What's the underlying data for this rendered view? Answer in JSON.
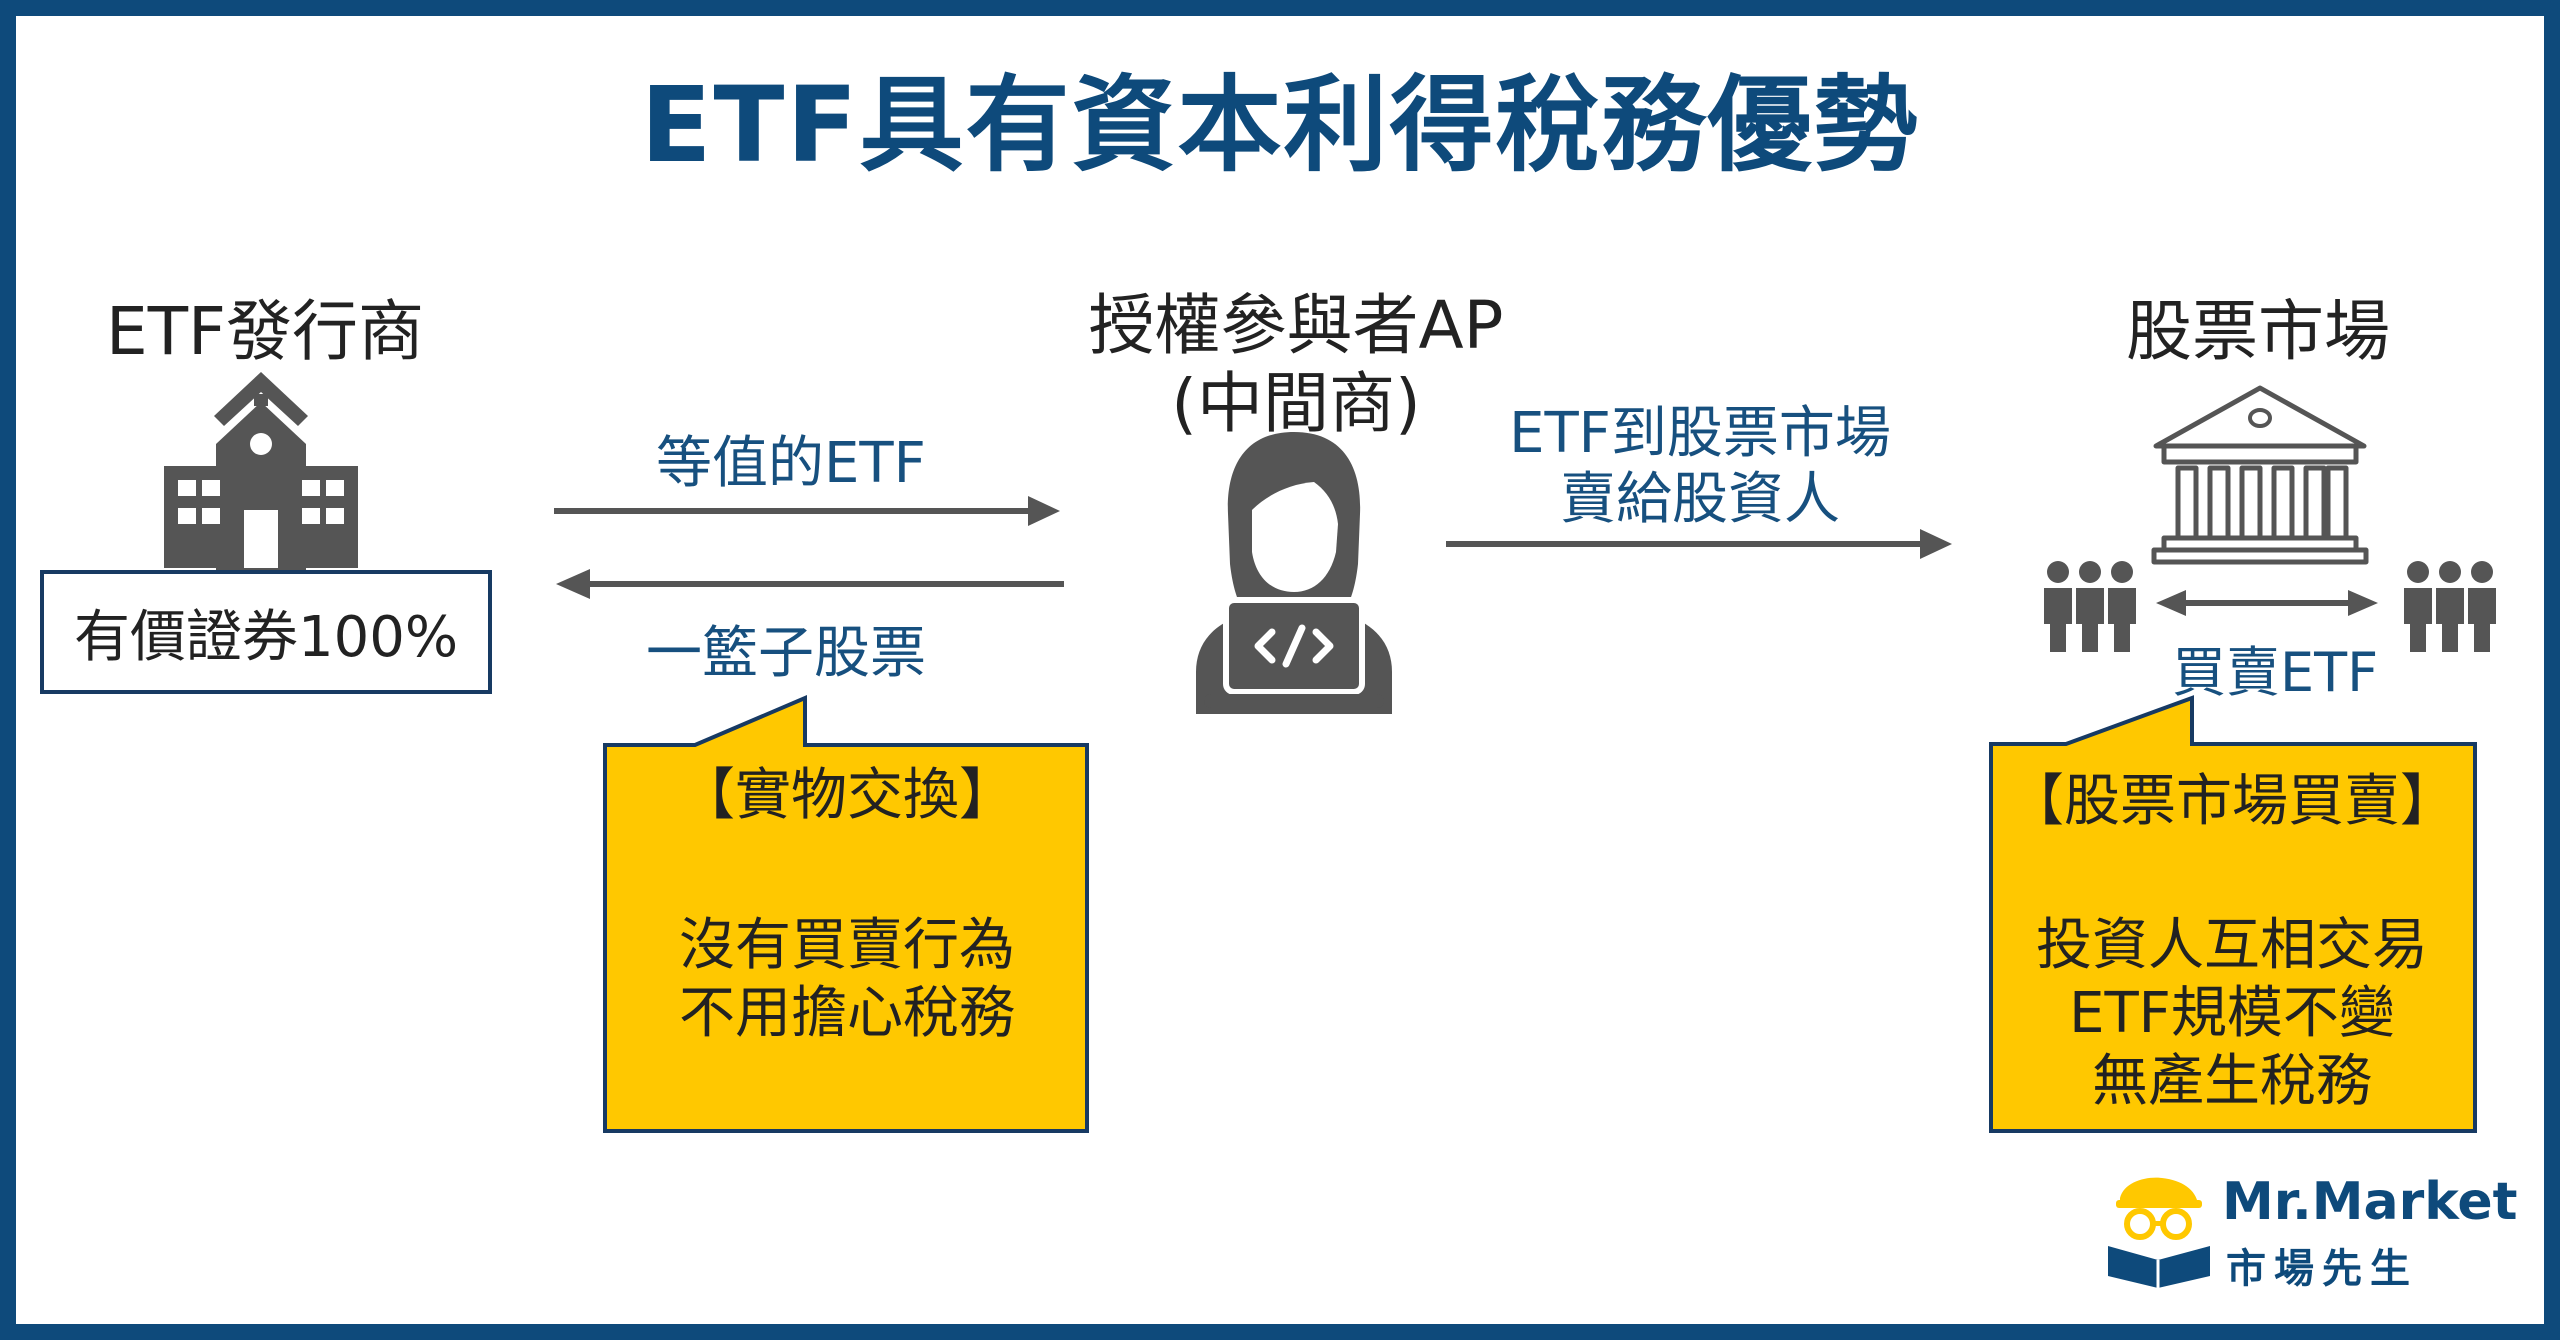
{
  "title": "ETF具有資本利得稅務優勢",
  "issuer": {
    "label": "ETF發行商",
    "holdings": "有價證券100%"
  },
  "ap": {
    "label_line1": "授權參與者AP",
    "label_line2": "(中間商)"
  },
  "market": {
    "label": "股票市場"
  },
  "arrows": {
    "to_ap": "等值的ETF",
    "to_issuer": "一籃子股票",
    "to_market_line1": "ETF到股票市場",
    "to_market_line2": "賣給股資人",
    "trade": "買賣ETF"
  },
  "callout_left": {
    "heading": "【實物交換】",
    "line1": "沒有買賣行為",
    "line2": "不用擔心稅務"
  },
  "callout_right": {
    "heading": "【股票市場買賣】",
    "line1": "投資人互相交易",
    "line2": "ETF規模不變",
    "line3": "無產生稅務"
  },
  "logo": {
    "name": "Mr.Market",
    "subtitle": "市場先生"
  },
  "colors": {
    "title_blue": "#0e4a7b",
    "label_blue": "#17507f",
    "callout_yellow": "#ffc800",
    "icon_gray": "#555555",
    "arrow_gray": "#555555"
  }
}
